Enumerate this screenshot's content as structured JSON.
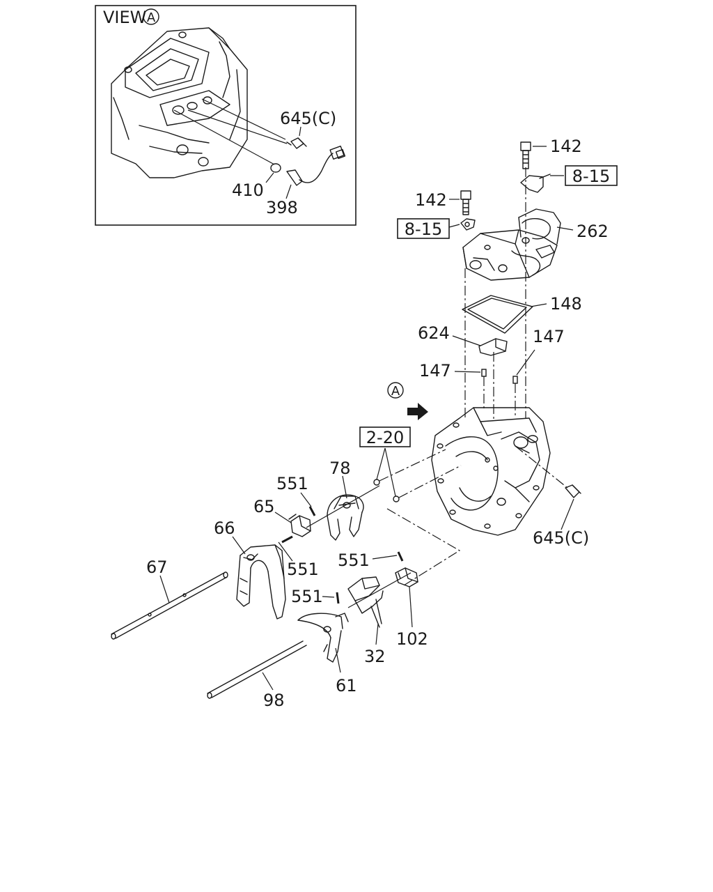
{
  "view": {
    "title": "VIEW",
    "marker": "A"
  },
  "direction_marker": "A",
  "refs": {
    "ref_8_15_top": "8-15",
    "ref_8_15_left": "8-15",
    "ref_2_20": "2-20"
  },
  "callouts": {
    "c645_view": "645(C)",
    "c410": "410",
    "c398": "398",
    "c142_top": "142",
    "c142_left": "142",
    "c262": "262",
    "c148": "148",
    "c624": "624",
    "c147_right": "147",
    "c147_left": "147",
    "c645_main": "645(C)",
    "c78": "78",
    "c551_a": "551",
    "c65": "65",
    "c66": "66",
    "c551_b": "551",
    "c67": "67",
    "c551_c": "551",
    "c551_d": "551",
    "c102": "102",
    "c32": "32",
    "c61": "61",
    "c98": "98"
  }
}
